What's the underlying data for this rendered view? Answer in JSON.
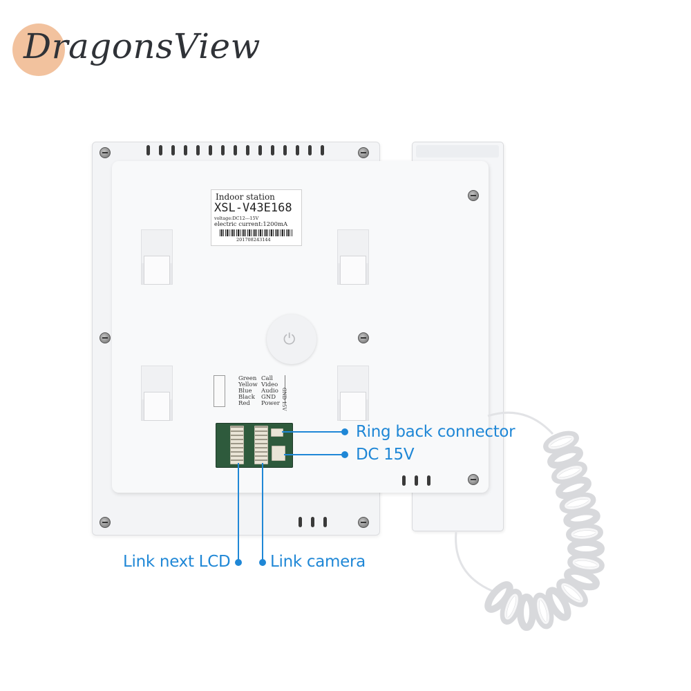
{
  "brand": {
    "name": "DragonsView"
  },
  "sticker": {
    "title": "Indoor station",
    "model": "XSL-V43E168",
    "voltage": "voltage:DC12---15V",
    "current": "electric current:1200mA",
    "serial": "201708243144"
  },
  "legend": {
    "rows": [
      {
        "color": "Green",
        "signal": "Call"
      },
      {
        "color": "Yellow",
        "signal": "Video"
      },
      {
        "color": "Blue",
        "signal": "Audio"
      },
      {
        "color": "Black",
        "signal": "GND"
      },
      {
        "color": "Red",
        "signal": "Power"
      }
    ],
    "side_labels": "GND 15V"
  },
  "callouts": {
    "ring_back": "Ring back connector",
    "dc": "DC 15V",
    "link_lcd": "Link next LCD",
    "link_camera": "Link camera"
  },
  "colors": {
    "callout": "#1f87d6",
    "logo_circle": "#f2c29e",
    "logo_text": "#2f3237"
  },
  "icons": {
    "screw": "screw-icon",
    "knob": "power-knob-icon"
  }
}
